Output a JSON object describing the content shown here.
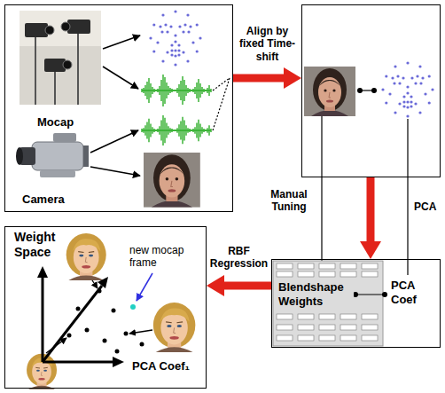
{
  "diagram": {
    "nodes": [
      {
        "text": [
          "Mocap",
          "Camera"
        ]
      },
      {
        "text": []
      },
      {
        "text": [
          "Blendshape Weights",
          "PCA Coef"
        ]
      },
      {
        "text": [
          "Weight Space",
          "new mocap frame",
          "PCA Coef₁"
        ]
      }
    ],
    "edges": [
      {
        "from": 0,
        "to": 1,
        "label": "Align by fixed Time-shift",
        "arrow": "to"
      },
      {
        "from": 1,
        "to": 2,
        "arrow": "to"
      },
      {
        "from": 1,
        "to": 2,
        "label": "Manual Tuning",
        "arrow": "none"
      },
      {
        "from": 1,
        "to": 2,
        "label": "PCA",
        "arrow": "none"
      },
      {
        "from": 2,
        "to": 3,
        "label": "RBF Regression",
        "arrow": "to"
      }
    ]
  }
}
